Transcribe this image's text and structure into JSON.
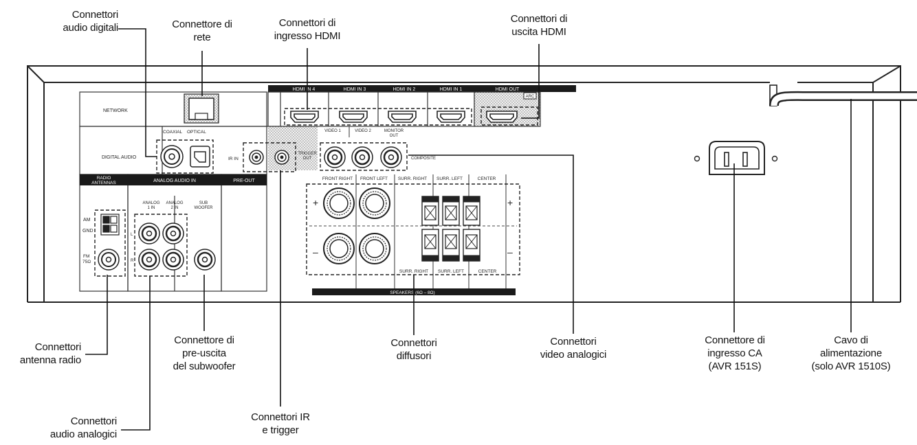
{
  "callouts": {
    "audio_digitali": [
      "Connettori",
      "audio digitali"
    ],
    "rete": [
      "Connettore di",
      "rete"
    ],
    "hdmi_in": [
      "Connettori di",
      "ingresso HDMI"
    ],
    "hdmi_out": [
      "Connettori di",
      "uscita HDMI"
    ],
    "antenna": [
      "Connettori",
      "antenna radio"
    ],
    "subwoofer": [
      "Connettore di",
      "pre-uscita",
      "del subwoofer"
    ],
    "audio_analogici": [
      "Connettori",
      "audio analogici"
    ],
    "ir_trigger": [
      "Connettori IR",
      "e trigger"
    ],
    "diffusori": [
      "Connettori",
      "diffusori"
    ],
    "video": [
      "Connettori",
      "video analogici"
    ],
    "ca": [
      "Connettore di",
      "ingresso CA",
      "(AVR 151S)"
    ],
    "cavo": [
      "Cavo di",
      "alimentazione",
      "(solo AVR 1510S)"
    ]
  },
  "panel": {
    "network": "NETWORK",
    "coaxial": "COAXIAL",
    "optical": "OPTICAL",
    "digital_audio": "DIGITAL AUDIO",
    "radio_antennas": "RADIO ANTENNAS",
    "analog_audio_in": "ANALOG AUDIO IN",
    "pre_out": "PRE-OUT",
    "analog1": "ANALOG 1 IN",
    "analog2": "ANALOG 2 IN",
    "sub_woofer": "SUB WOOFER",
    "am": "AM",
    "gnd": "GND",
    "fm": "FM 75Ω",
    "l": "L",
    "r": "R",
    "ir_in": "IR IN",
    "trigger_out": "TRIGGER OUT",
    "hdmi_in4": "HDMI IN 4",
    "hdmi_in3": "HDMI IN 3",
    "hdmi_in2": "HDMI IN 2",
    "hdmi_in1": "HDMI IN 1",
    "hdmi_out": "HDMI OUT",
    "arc": "ARC",
    "video1": "VIDEO 1",
    "video2": "VIDEO 2",
    "monitor_out": "MONITOR OUT",
    "composite": "COMPOSITE",
    "front_right": "FRONT RIGHT",
    "front_left": "FRONT LEFT",
    "surr_right": "SURR. RIGHT",
    "surr_left": "SURR. LEFT",
    "center": "CENTER",
    "speakers": "SPEAKERS (6Ω – 8Ω)",
    "plus": "+",
    "minus": "–"
  }
}
